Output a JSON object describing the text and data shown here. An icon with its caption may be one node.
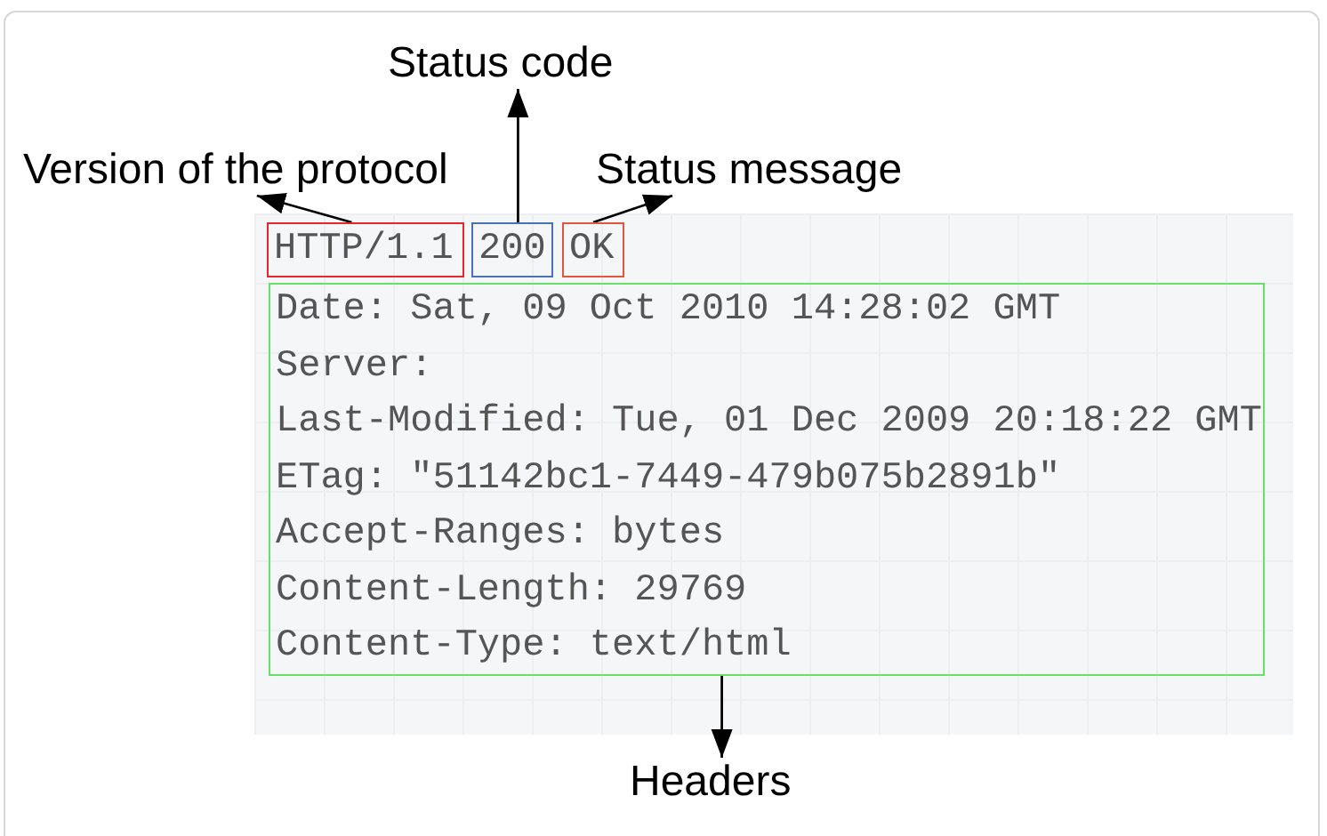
{
  "diagram": {
    "nodes": [
      {
        "text": [
          "Status code"
        ]
      },
      {
        "text": [
          "Version of the protocol"
        ]
      },
      {
        "text": [
          "Status message"
        ]
      },
      {
        "text": [
          "HTTP/1.1"
        ]
      },
      {
        "text": [
          "200"
        ]
      },
      {
        "text": [
          "OK"
        ]
      },
      {
        "text": [
          "Date: Sat, 09 Oct 2010 14:28:02 GMT",
          "Server:",
          "Last-Modified: Tue, 01 Dec 2009 20:18:22 GMT",
          "ETag: \"51142bc1-7449-479b075b2891b\"",
          "Accept-Ranges: bytes",
          "Content-Length: 29769",
          "Content-Type: text/html"
        ]
      },
      {
        "text": [
          "Headers"
        ]
      }
    ],
    "edges": [
      {
        "from": 3,
        "to": 1,
        "arrow": "to"
      },
      {
        "from": 4,
        "to": 0,
        "arrow": "to"
      },
      {
        "from": 5,
        "to": 2,
        "arrow": "to"
      },
      {
        "from": 6,
        "to": 7,
        "arrow": "to"
      }
    ]
  }
}
